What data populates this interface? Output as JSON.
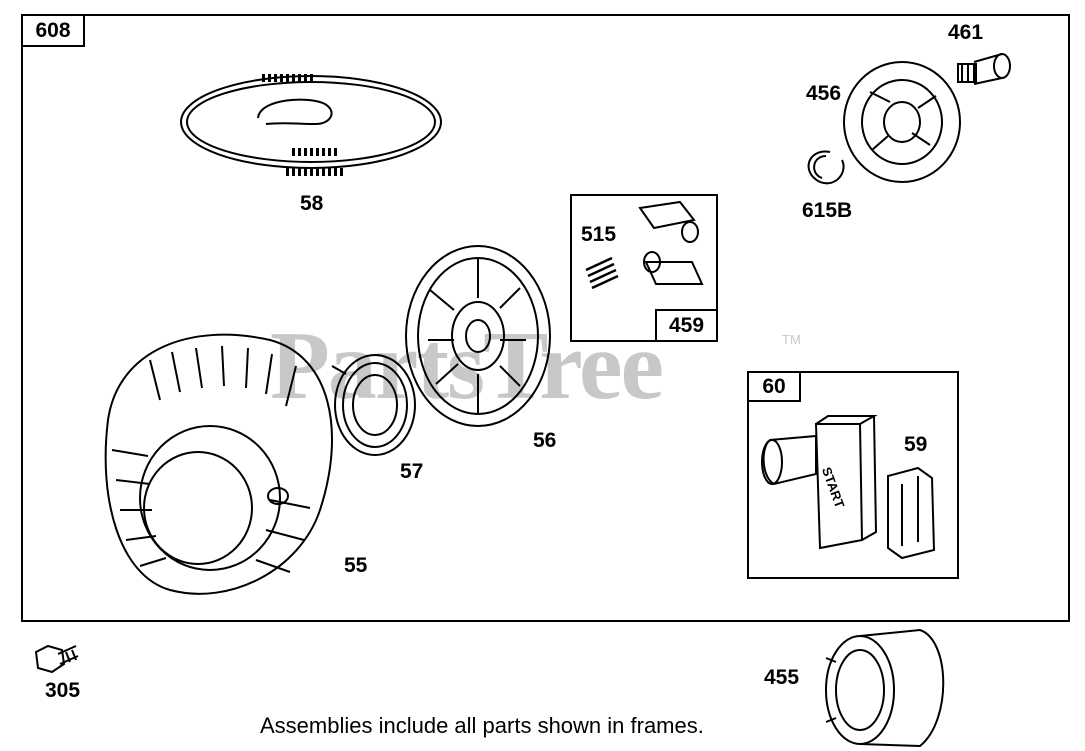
{
  "watermark": {
    "text": "PartsTree",
    "trademark": "TM"
  },
  "frames": {
    "main": "608",
    "pawl_kit": "459",
    "handle_kit": "60"
  },
  "parts": {
    "rope": "58",
    "pawls": "515",
    "cup": "456",
    "screw_top": "461",
    "retainer": "615B",
    "pulley": "56",
    "spring": "57",
    "housing": "55",
    "insert": "59",
    "bolt": "305",
    "starter_cup": "455"
  },
  "handle_text": "START",
  "footer_note": "Assemblies include all parts shown in frames."
}
